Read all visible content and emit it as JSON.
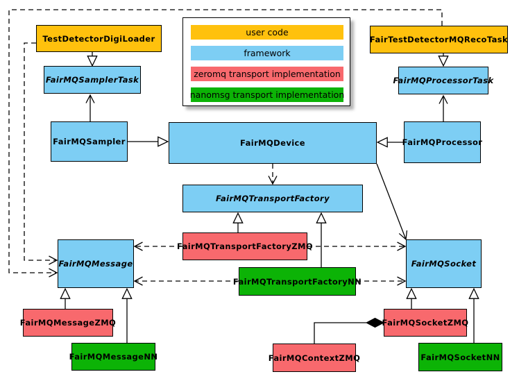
{
  "diagram": {
    "kind": "uml-class-diagram",
    "colors": {
      "user_code": "#FFC10D",
      "framework": "#7DCEF4",
      "zeromq": "#F8696D",
      "nanomsg": "#0CB306",
      "border": "#000000",
      "background": "#FFFFFF"
    },
    "legend": {
      "items": [
        {
          "label": "user code",
          "color": "#FFC10D"
        },
        {
          "label": "framework",
          "color": "#7DCEF4"
        },
        {
          "label": "zeromq transport implementation",
          "color": "#F8696D"
        },
        {
          "label": "nanomsg transport implementation",
          "color": "#0CB306"
        }
      ]
    },
    "nodes": [
      {
        "id": "testdigi",
        "label": "TestDetectorDigiLoader",
        "category": "user code",
        "abstract": false
      },
      {
        "id": "recotask",
        "label": "FairTestDetectorMQRecoTask",
        "category": "user code",
        "abstract": false
      },
      {
        "id": "samplertask",
        "label": "FairMQSamplerTask",
        "category": "framework",
        "abstract": true
      },
      {
        "id": "processortask",
        "label": "FairMQProcessorTask",
        "category": "framework",
        "abstract": true
      },
      {
        "id": "sampler",
        "label": "FairMQSampler",
        "category": "framework",
        "abstract": false
      },
      {
        "id": "device",
        "label": "FairMQDevice",
        "category": "framework",
        "abstract": false
      },
      {
        "id": "processor",
        "label": "FairMQProcessor",
        "category": "framework",
        "abstract": false
      },
      {
        "id": "factory",
        "label": "FairMQTransportFactory",
        "category": "framework",
        "abstract": true
      },
      {
        "id": "factoryzmq",
        "label": "FairMQTransportFactoryZMQ",
        "category": "zeromq",
        "abstract": false
      },
      {
        "id": "factorynn",
        "label": "FairMQTransportFactoryNN",
        "category": "nanomsg",
        "abstract": false
      },
      {
        "id": "message",
        "label": "FairMQMessage",
        "category": "framework",
        "abstract": true
      },
      {
        "id": "socket",
        "label": "FairMQSocket",
        "category": "framework",
        "abstract": true
      },
      {
        "id": "messagezmq",
        "label": "FairMQMessageZMQ",
        "category": "zeromq",
        "abstract": false
      },
      {
        "id": "messagenn",
        "label": "FairMQMessageNN",
        "category": "nanomsg",
        "abstract": false
      },
      {
        "id": "socketzmq",
        "label": "FairMQSocketZMQ",
        "category": "zeromq",
        "abstract": false
      },
      {
        "id": "contextzmq",
        "label": "FairMQContextZMQ",
        "category": "zeromq",
        "abstract": false
      },
      {
        "id": "socketnn",
        "label": "FairMQSocketNN",
        "category": "nanomsg",
        "abstract": false
      }
    ],
    "edges": [
      {
        "from": "TestDetectorDigiLoader",
        "to": "FairMQSamplerTask",
        "type": "inheritance"
      },
      {
        "from": "FairTestDetectorMQRecoTask",
        "to": "FairMQProcessorTask",
        "type": "inheritance"
      },
      {
        "from": "FairMQSampler",
        "to": "FairMQSamplerTask",
        "type": "association"
      },
      {
        "from": "FairMQProcessor",
        "to": "FairMQProcessorTask",
        "type": "association"
      },
      {
        "from": "FairMQSampler",
        "to": "FairMQDevice",
        "type": "inheritance"
      },
      {
        "from": "FairMQProcessor",
        "to": "FairMQDevice",
        "type": "inheritance"
      },
      {
        "from": "FairMQDevice",
        "to": "FairMQTransportFactory",
        "type": "dependency"
      },
      {
        "from": "FairMQDevice",
        "to": "FairMQSocket",
        "type": "association"
      },
      {
        "from": "FairMQTransportFactoryZMQ",
        "to": "FairMQTransportFactory",
        "type": "inheritance"
      },
      {
        "from": "FairMQTransportFactoryNN",
        "to": "FairMQTransportFactory",
        "type": "inheritance"
      },
      {
        "from": "FairMQTransportFactoryZMQ",
        "to": "FairMQMessage",
        "type": "dependency"
      },
      {
        "from": "FairMQTransportFactoryZMQ",
        "to": "FairMQSocket",
        "type": "dependency"
      },
      {
        "from": "FairMQTransportFactoryNN",
        "to": "FairMQMessage",
        "type": "dependency"
      },
      {
        "from": "FairMQTransportFactoryNN",
        "to": "FairMQSocket",
        "type": "dependency"
      },
      {
        "from": "FairMQMessageZMQ",
        "to": "FairMQMessage",
        "type": "inheritance"
      },
      {
        "from": "FairMQMessageNN",
        "to": "FairMQMessage",
        "type": "inheritance"
      },
      {
        "from": "FairMQSocketZMQ",
        "to": "FairMQSocket",
        "type": "inheritance"
      },
      {
        "from": "FairMQSocketNN",
        "to": "FairMQSocket",
        "type": "inheritance"
      },
      {
        "from": "TestDetectorDigiLoader",
        "to": "FairMQMessage",
        "type": "dependency"
      },
      {
        "from": "FairTestDetectorMQRecoTask",
        "to": "FairMQMessage",
        "type": "dependency"
      },
      {
        "from": "FairMQContextZMQ",
        "to": "FairMQSocketZMQ",
        "type": "composition"
      }
    ]
  }
}
